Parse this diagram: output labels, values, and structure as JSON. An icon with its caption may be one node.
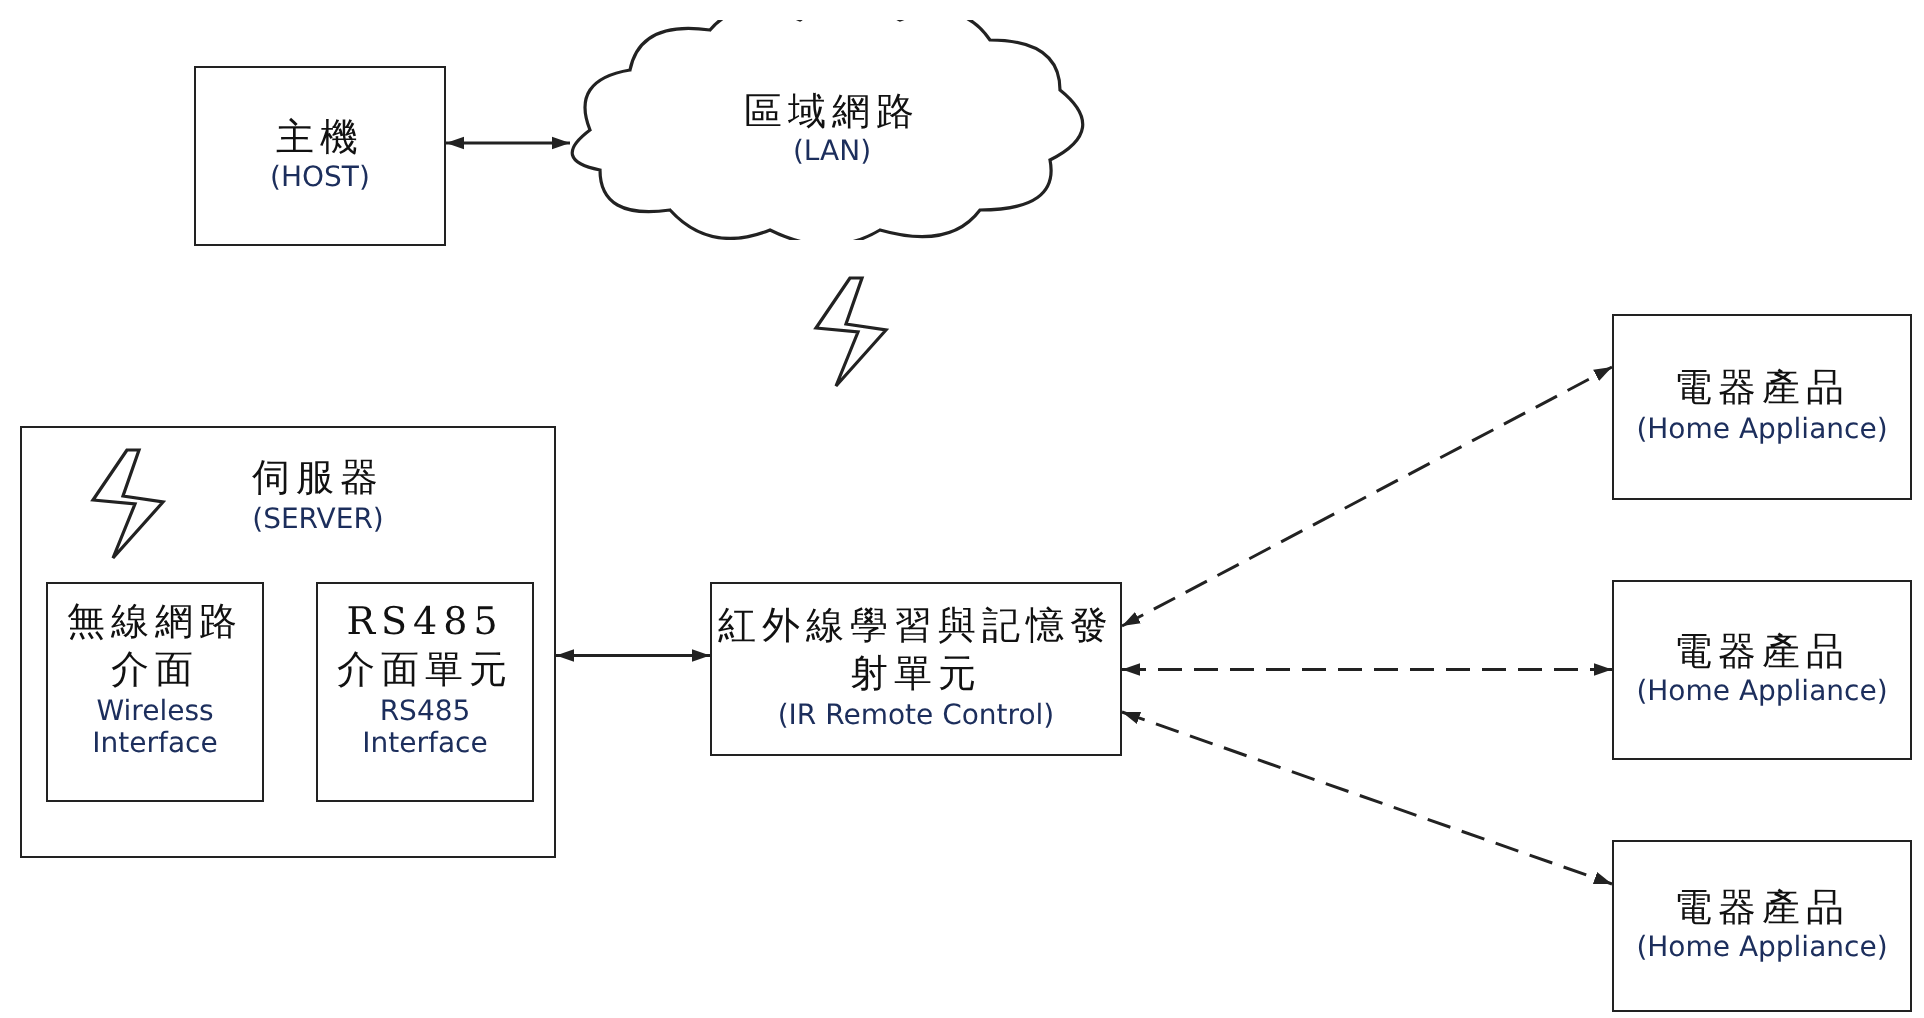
{
  "diagram": {
    "nodes": [
      {
        "text": [
          "主機",
          "(HOST)"
        ]
      },
      {
        "text": [
          "區域網路",
          "(LAN)"
        ]
      },
      {
        "text": [
          "伺服器",
          "(SERVER)"
        ]
      },
      {
        "text": [
          "無線網路介面",
          "Wireless Interface"
        ],
        "in": 2
      },
      {
        "text": [
          "RS485 介面單元",
          "RS485 Interface"
        ],
        "in": 2
      },
      {
        "text": [
          "紅外線學習與記憶發射單元",
          "(IR Remote Control)"
        ]
      },
      {
        "text": [
          "電器產品",
          "(Home Appliance)"
        ]
      },
      {
        "text": [
          "電器產品",
          "(Home Appliance)"
        ]
      },
      {
        "text": [
          "電器產品",
          "(Home Appliance)"
        ]
      }
    ],
    "edges": [
      {
        "from": 0,
        "to": 1,
        "arrow": "both"
      },
      {
        "from": 2,
        "to": 5,
        "arrow": "both"
      },
      {
        "from": 5,
        "to": 6,
        "arrow": "both",
        "style": "dashed"
      },
      {
        "from": 5,
        "to": 7,
        "arrow": "both",
        "style": "dashed"
      },
      {
        "from": 5,
        "to": 8,
        "arrow": "both",
        "style": "dashed"
      }
    ]
  }
}
